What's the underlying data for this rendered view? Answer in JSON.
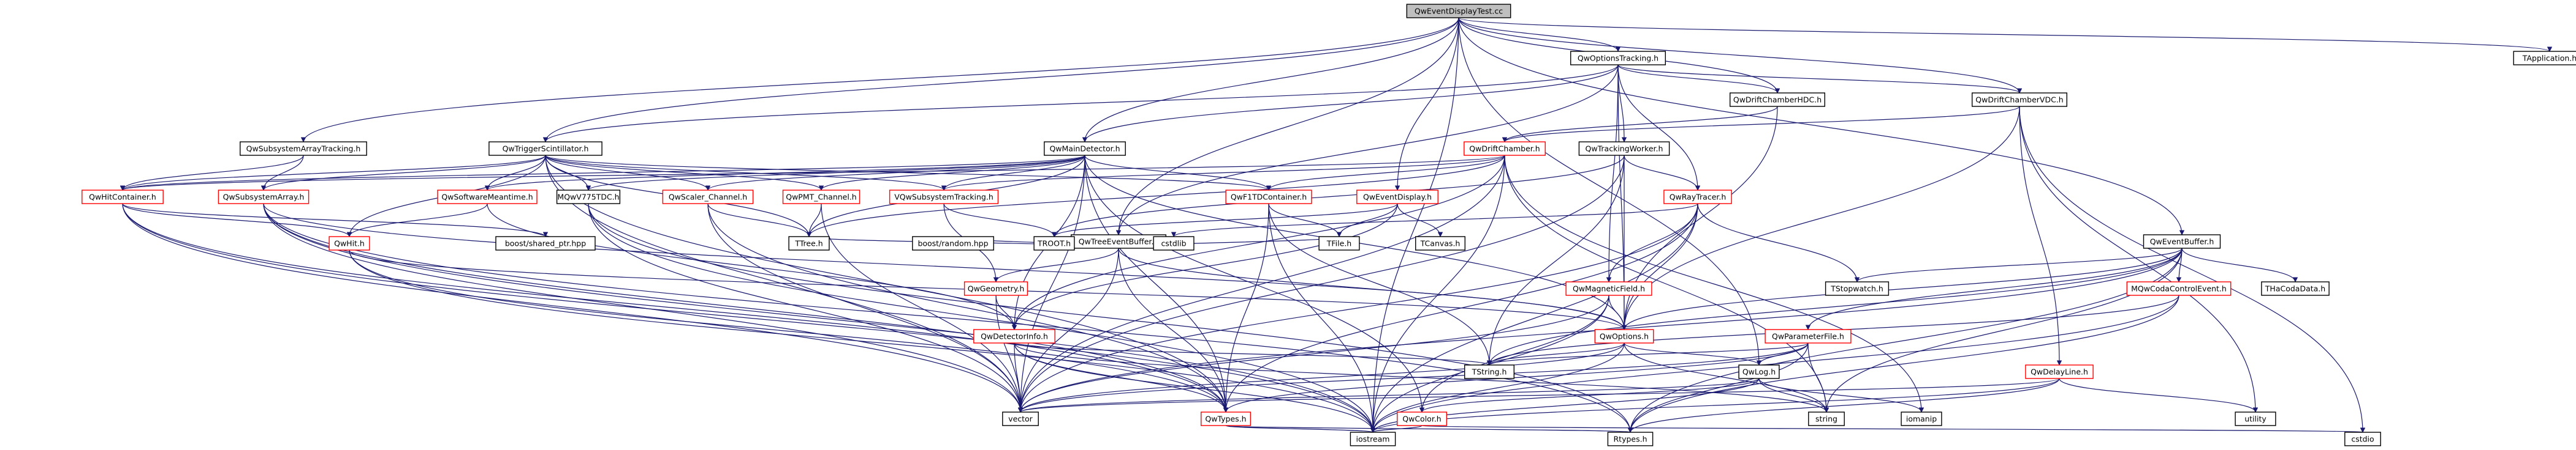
{
  "graph": {
    "nodes": [
      {
        "id": "root",
        "label": "QwEventDisplayTest.cc",
        "kind": "root"
      },
      {
        "id": "optTrack",
        "label": "QwOptionsTracking.h",
        "kind": "black"
      },
      {
        "id": "tapp",
        "label": "TApplication.h",
        "kind": "plain"
      },
      {
        "id": "subArrTrack",
        "label": "QwSubsystemArrayTracking.h",
        "kind": "black"
      },
      {
        "id": "trigScint",
        "label": "QwTriggerScintillator.h",
        "kind": "black"
      },
      {
        "id": "mainDet",
        "label": "QwMainDetector.h",
        "kind": "black"
      },
      {
        "id": "dcHDC",
        "label": "QwDriftChamberHDC.h",
        "kind": "black"
      },
      {
        "id": "dcVDC",
        "label": "QwDriftChamberVDC.h",
        "kind": "black"
      },
      {
        "id": "dc",
        "label": "QwDriftChamber.h",
        "kind": "red"
      },
      {
        "id": "trackWorker",
        "label": "QwTrackingWorker.h",
        "kind": "black"
      },
      {
        "id": "hitCont",
        "label": "QwHitContainer.h",
        "kind": "red"
      },
      {
        "id": "subArr",
        "label": "QwSubsystemArray.h",
        "kind": "red"
      },
      {
        "id": "swMeantime",
        "label": "QwSoftwareMeantime.h",
        "kind": "red"
      },
      {
        "id": "mqwV775",
        "label": "MQwV775TDC.h",
        "kind": "black"
      },
      {
        "id": "scalerCh",
        "label": "QwScaler_Channel.h",
        "kind": "red"
      },
      {
        "id": "pmtCh",
        "label": "QwPMT_Channel.h",
        "kind": "red"
      },
      {
        "id": "vqwSub",
        "label": "VQwSubsystemTracking.h",
        "kind": "red"
      },
      {
        "id": "f1tdc",
        "label": "QwF1TDContainer.h",
        "kind": "red"
      },
      {
        "id": "evDisp",
        "label": "QwEventDisplay.h",
        "kind": "red"
      },
      {
        "id": "rayTracer",
        "label": "QwRayTracer.h",
        "kind": "red"
      },
      {
        "id": "treeEvBuf",
        "label": "QwTreeEventBuffer.h",
        "kind": "black"
      },
      {
        "id": "evBuf",
        "label": "QwEventBuffer.h",
        "kind": "black"
      },
      {
        "id": "hit",
        "label": "QwHit.h",
        "kind": "red"
      },
      {
        "id": "sharedPtr",
        "label": "boost/shared_ptr.hpp",
        "kind": "plain"
      },
      {
        "id": "ttree",
        "label": "TTree.h",
        "kind": "plain"
      },
      {
        "id": "random",
        "label": "boost/random.hpp",
        "kind": "plain"
      },
      {
        "id": "troot",
        "label": "TROOT.h",
        "kind": "plain"
      },
      {
        "id": "cstdlib",
        "label": "cstdlib",
        "kind": "plain"
      },
      {
        "id": "tfile",
        "label": "TFile.h",
        "kind": "plain"
      },
      {
        "id": "tcanvas",
        "label": "TCanvas.h",
        "kind": "plain"
      },
      {
        "id": "geom",
        "label": "QwGeometry.h",
        "kind": "red"
      },
      {
        "id": "magField",
        "label": "QwMagneticField.h",
        "kind": "red"
      },
      {
        "id": "tstopwatch",
        "label": "TStopwatch.h",
        "kind": "plain"
      },
      {
        "id": "mqwCodaCtrl",
        "label": "MQwCodaControlEvent.h",
        "kind": "red"
      },
      {
        "id": "thaCoda",
        "label": "THaCodaData.h",
        "kind": "plain"
      },
      {
        "id": "options",
        "label": "QwOptions.h",
        "kind": "red"
      },
      {
        "id": "detInfo",
        "label": "QwDetectorInfo.h",
        "kind": "red"
      },
      {
        "id": "paramFile",
        "label": "QwParameterFile.h",
        "kind": "red"
      },
      {
        "id": "tstring",
        "label": "TString.h",
        "kind": "plain"
      },
      {
        "id": "qwlog",
        "label": "QwLog.h",
        "kind": "black"
      },
      {
        "id": "delayLine",
        "label": "QwDelayLine.h",
        "kind": "red"
      },
      {
        "id": "vector",
        "label": "vector",
        "kind": "plain"
      },
      {
        "id": "qwtypes",
        "label": "QwTypes.h",
        "kind": "red"
      },
      {
        "id": "qwcolor",
        "label": "QwColor.h",
        "kind": "red"
      },
      {
        "id": "string",
        "label": "string",
        "kind": "plain"
      },
      {
        "id": "iomanip",
        "label": "iomanip",
        "kind": "plain"
      },
      {
        "id": "utility",
        "label": "utility",
        "kind": "plain"
      },
      {
        "id": "iostream",
        "label": "iostream",
        "kind": "plain"
      },
      {
        "id": "rtypes",
        "label": "Rtypes.h",
        "kind": "plain"
      },
      {
        "id": "cstdio",
        "label": "cstdio",
        "kind": "plain"
      }
    ],
    "edges": [
      [
        "root",
        "optTrack"
      ],
      [
        "root",
        "tapp"
      ],
      [
        "root",
        "subArrTrack"
      ],
      [
        "root",
        "trigScint"
      ],
      [
        "root",
        "mainDet"
      ],
      [
        "root",
        "dcHDC"
      ],
      [
        "root",
        "dcVDC"
      ],
      [
        "root",
        "evDisp"
      ],
      [
        "root",
        "treeEvBuf"
      ],
      [
        "root",
        "evBuf"
      ],
      [
        "root",
        "iostream"
      ],
      [
        "root",
        "qwlog"
      ],
      [
        "optTrack",
        "mainDet"
      ],
      [
        "optTrack",
        "trigScint"
      ],
      [
        "optTrack",
        "dcHDC"
      ],
      [
        "optTrack",
        "dcVDC"
      ],
      [
        "optTrack",
        "trackWorker"
      ],
      [
        "optTrack",
        "rayTracer"
      ],
      [
        "optTrack",
        "magField"
      ],
      [
        "optTrack",
        "options"
      ],
      [
        "optTrack",
        "treeEvBuf"
      ],
      [
        "subArrTrack",
        "subArr"
      ],
      [
        "subArrTrack",
        "hitCont"
      ],
      [
        "trigScint",
        "hitCont"
      ],
      [
        "trigScint",
        "subArr"
      ],
      [
        "trigScint",
        "swMeantime"
      ],
      [
        "trigScint",
        "mqwV775"
      ],
      [
        "trigScint",
        "scalerCh"
      ],
      [
        "trigScint",
        "pmtCh"
      ],
      [
        "trigScint",
        "vqwSub"
      ],
      [
        "trigScint",
        "f1tdc"
      ],
      [
        "trigScint",
        "hit"
      ],
      [
        "trigScint",
        "vector"
      ],
      [
        "trigScint",
        "ttree"
      ],
      [
        "trigScint",
        "qwtypes"
      ],
      [
        "mainDet",
        "hitCont"
      ],
      [
        "mainDet",
        "swMeantime"
      ],
      [
        "mainDet",
        "mqwV775"
      ],
      [
        "mainDet",
        "scalerCh"
      ],
      [
        "mainDet",
        "pmtCh"
      ],
      [
        "mainDet",
        "vqwSub"
      ],
      [
        "mainDet",
        "f1tdc"
      ],
      [
        "mainDet",
        "ttree"
      ],
      [
        "mainDet",
        "vector"
      ],
      [
        "mainDet",
        "detInfo"
      ],
      [
        "mainDet",
        "qwtypes"
      ],
      [
        "mainDet",
        "options"
      ],
      [
        "mainDet",
        "qwcolor"
      ],
      [
        "dcHDC",
        "dc"
      ],
      [
        "dcHDC",
        "options"
      ],
      [
        "dcVDC",
        "dc"
      ],
      [
        "dcVDC",
        "delayLine"
      ],
      [
        "dcVDC",
        "options"
      ],
      [
        "dcVDC",
        "utility"
      ],
      [
        "dcVDC",
        "cstdio"
      ],
      [
        "dc",
        "vqwSub"
      ],
      [
        "dc",
        "f1tdc"
      ],
      [
        "dc",
        "hitCont"
      ],
      [
        "dc",
        "ttree"
      ],
      [
        "dc",
        "detInfo"
      ],
      [
        "dc",
        "iostream"
      ],
      [
        "dc",
        "vector"
      ],
      [
        "dc",
        "string"
      ],
      [
        "dc",
        "iomanip"
      ],
      [
        "trackWorker",
        "rayTracer"
      ],
      [
        "trackWorker",
        "options"
      ],
      [
        "trackWorker",
        "vector"
      ],
      [
        "trackWorker",
        "troot"
      ],
      [
        "trackWorker",
        "tstring"
      ],
      [
        "hitCont",
        "hit"
      ],
      [
        "hitCont",
        "vector"
      ],
      [
        "hitCont",
        "iostream"
      ],
      [
        "hitCont",
        "sharedPtr"
      ],
      [
        "hitCont",
        "qwtypes"
      ],
      [
        "subArr",
        "options"
      ],
      [
        "subArr",
        "vector"
      ],
      [
        "subArr",
        "qwtypes"
      ],
      [
        "subArr",
        "rtypes"
      ],
      [
        "subArr",
        "iostream"
      ],
      [
        "swMeantime",
        "hit"
      ],
      [
        "swMeantime",
        "detInfo"
      ],
      [
        "mqwV775",
        "iostream"
      ],
      [
        "mqwV775",
        "vector"
      ],
      [
        "mqwV775",
        "rtypes"
      ],
      [
        "scalerCh",
        "ttree"
      ],
      [
        "scalerCh",
        "vector"
      ],
      [
        "scalerCh",
        "qwtypes"
      ],
      [
        "pmtCh",
        "ttree"
      ],
      [
        "pmtCh",
        "vector"
      ],
      [
        "vqwSub",
        "geom"
      ],
      [
        "vqwSub",
        "troot"
      ],
      [
        "f1tdc",
        "tfile"
      ],
      [
        "f1tdc",
        "qwtypes"
      ],
      [
        "f1tdc",
        "tstring"
      ],
      [
        "f1tdc",
        "iostream"
      ],
      [
        "evDisp",
        "tfile"
      ],
      [
        "evDisp",
        "tcanvas"
      ],
      [
        "evDisp",
        "troot"
      ],
      [
        "evDisp",
        "detInfo"
      ],
      [
        "rayTracer",
        "magField"
      ],
      [
        "rayTracer",
        "options"
      ],
      [
        "rayTracer",
        "tstopwatch"
      ],
      [
        "rayTracer",
        "vector"
      ],
      [
        "rayTracer",
        "cstdlib"
      ],
      [
        "rayTracer",
        "iostream"
      ],
      [
        "rayTracer",
        "qwtypes"
      ],
      [
        "treeEvBuf",
        "geom"
      ],
      [
        "treeEvBuf",
        "troot"
      ],
      [
        "treeEvBuf",
        "tfile"
      ],
      [
        "treeEvBuf",
        "ttree"
      ],
      [
        "treeEvBuf",
        "random"
      ],
      [
        "treeEvBuf",
        "cstdlib"
      ],
      [
        "treeEvBuf",
        "options"
      ],
      [
        "treeEvBuf",
        "vector"
      ],
      [
        "treeEvBuf",
        "qwtypes"
      ],
      [
        "evBuf",
        "paramFile"
      ],
      [
        "evBuf",
        "tstopwatch"
      ],
      [
        "evBuf",
        "mqwCodaCtrl"
      ],
      [
        "evBuf",
        "thaCoda"
      ],
      [
        "evBuf",
        "options"
      ],
      [
        "evBuf",
        "vector"
      ],
      [
        "evBuf",
        "tstring"
      ],
      [
        "evBuf",
        "string"
      ],
      [
        "evBuf",
        "rtypes"
      ],
      [
        "hit",
        "options"
      ],
      [
        "hit",
        "iostream"
      ],
      [
        "hit",
        "qwtypes"
      ],
      [
        "geom",
        "detInfo"
      ],
      [
        "geom",
        "vector"
      ],
      [
        "magField",
        "options"
      ],
      [
        "magField",
        "vector"
      ],
      [
        "magField",
        "iostream"
      ],
      [
        "magField",
        "qwcolor"
      ],
      [
        "mqwCodaCtrl",
        "tstring"
      ],
      [
        "mqwCodaCtrl",
        "iostream"
      ],
      [
        "mqwCodaCtrl",
        "rtypes"
      ],
      [
        "options",
        "qwlog"
      ],
      [
        "options",
        "vector"
      ],
      [
        "options",
        "tstring"
      ],
      [
        "options",
        "string"
      ],
      [
        "options",
        "iostream"
      ],
      [
        "detInfo",
        "vector"
      ],
      [
        "detInfo",
        "qwtypes"
      ],
      [
        "detInfo",
        "iostream"
      ],
      [
        "detInfo",
        "tstring"
      ],
      [
        "detInfo",
        "string"
      ],
      [
        "paramFile",
        "qwlog"
      ],
      [
        "paramFile",
        "vector"
      ],
      [
        "paramFile",
        "tstring"
      ],
      [
        "paramFile",
        "string"
      ],
      [
        "paramFile",
        "rtypes"
      ],
      [
        "paramFile",
        "qwtypes"
      ],
      [
        "qwlog",
        "qwcolor"
      ],
      [
        "qwlog",
        "iostream"
      ],
      [
        "qwlog",
        "string"
      ],
      [
        "qwlog",
        "iomanip"
      ],
      [
        "qwlog",
        "vector"
      ],
      [
        "delayLine",
        "vector"
      ],
      [
        "delayLine",
        "iostream"
      ],
      [
        "delayLine",
        "utility"
      ],
      [
        "delayLine",
        "rtypes"
      ],
      [
        "qwtypes",
        "rtypes"
      ],
      [
        "qwtypes",
        "iostream"
      ],
      [
        "qwcolor",
        "cstdio"
      ],
      [
        "qwcolor",
        "iostream"
      ]
    ]
  },
  "colors": {
    "edge": "#191970",
    "node_border": "#000000",
    "node_border_red": "#ff0000",
    "root_fill": "#bfbfbf",
    "background": "#ffffff"
  }
}
